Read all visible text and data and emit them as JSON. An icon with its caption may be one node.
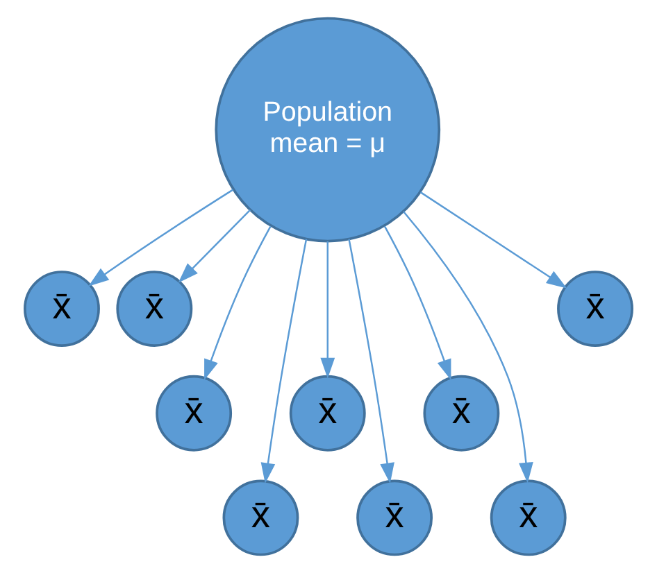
{
  "diagram": {
    "nodes": [
      {
        "text": [
          "Population mean = μ"
        ]
      },
      {
        "text": [
          "x̄"
        ]
      },
      {
        "text": [
          "x̄"
        ]
      },
      {
        "text": [
          "x̄"
        ]
      },
      {
        "text": [
          "x̄"
        ]
      },
      {
        "text": [
          "x̄"
        ]
      },
      {
        "text": [
          "x̄"
        ]
      },
      {
        "text": [
          "x̄"
        ]
      },
      {
        "text": [
          "x̄"
        ]
      },
      {
        "text": [
          "x̄"
        ]
      }
    ],
    "edges": [
      {
        "from": 0,
        "to": 1,
        "arrow": "to"
      },
      {
        "from": 0,
        "to": 2,
        "arrow": "to"
      },
      {
        "from": 0,
        "to": 3,
        "arrow": "to"
      },
      {
        "from": 0,
        "to": 4,
        "arrow": "to"
      },
      {
        "from": 0,
        "to": 5,
        "arrow": "to"
      },
      {
        "from": 0,
        "to": 6,
        "arrow": "to"
      },
      {
        "from": 0,
        "to": 7,
        "arrow": "to"
      },
      {
        "from": 0,
        "to": 8,
        "arrow": "to"
      },
      {
        "from": 0,
        "to": 9,
        "arrow": "to"
      }
    ]
  }
}
